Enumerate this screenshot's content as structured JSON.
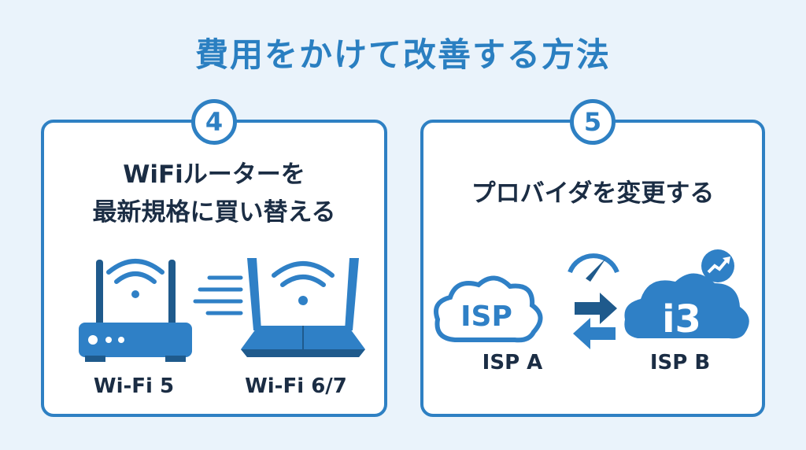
{
  "title": "費用をかけて改善する方法",
  "cards": [
    {
      "number": "4",
      "title_line1": "WiFiルーターを",
      "title_line2": "最新規格に買い替える",
      "labels": [
        "Wi-Fi 5",
        "Wi-Fi 6/7"
      ],
      "icons": [
        "router-icon",
        "wifi-icon",
        "speed-lines-icon",
        "router-icon"
      ]
    },
    {
      "number": "5",
      "title_line1": "プロバイダを変更する",
      "labels": [
        "ISP A",
        "ISP B"
      ],
      "icons": [
        "cloud-icon",
        "swap-arrows-icon",
        "speedometer-icon",
        "trend-up-icon"
      ],
      "logo_a": "ISP",
      "logo_b": "i3"
    }
  ],
  "colors": {
    "accent": "#2e80c3",
    "dark": "#1f5a8c",
    "text": "#1b2d44",
    "background": "#eaf3fb"
  }
}
